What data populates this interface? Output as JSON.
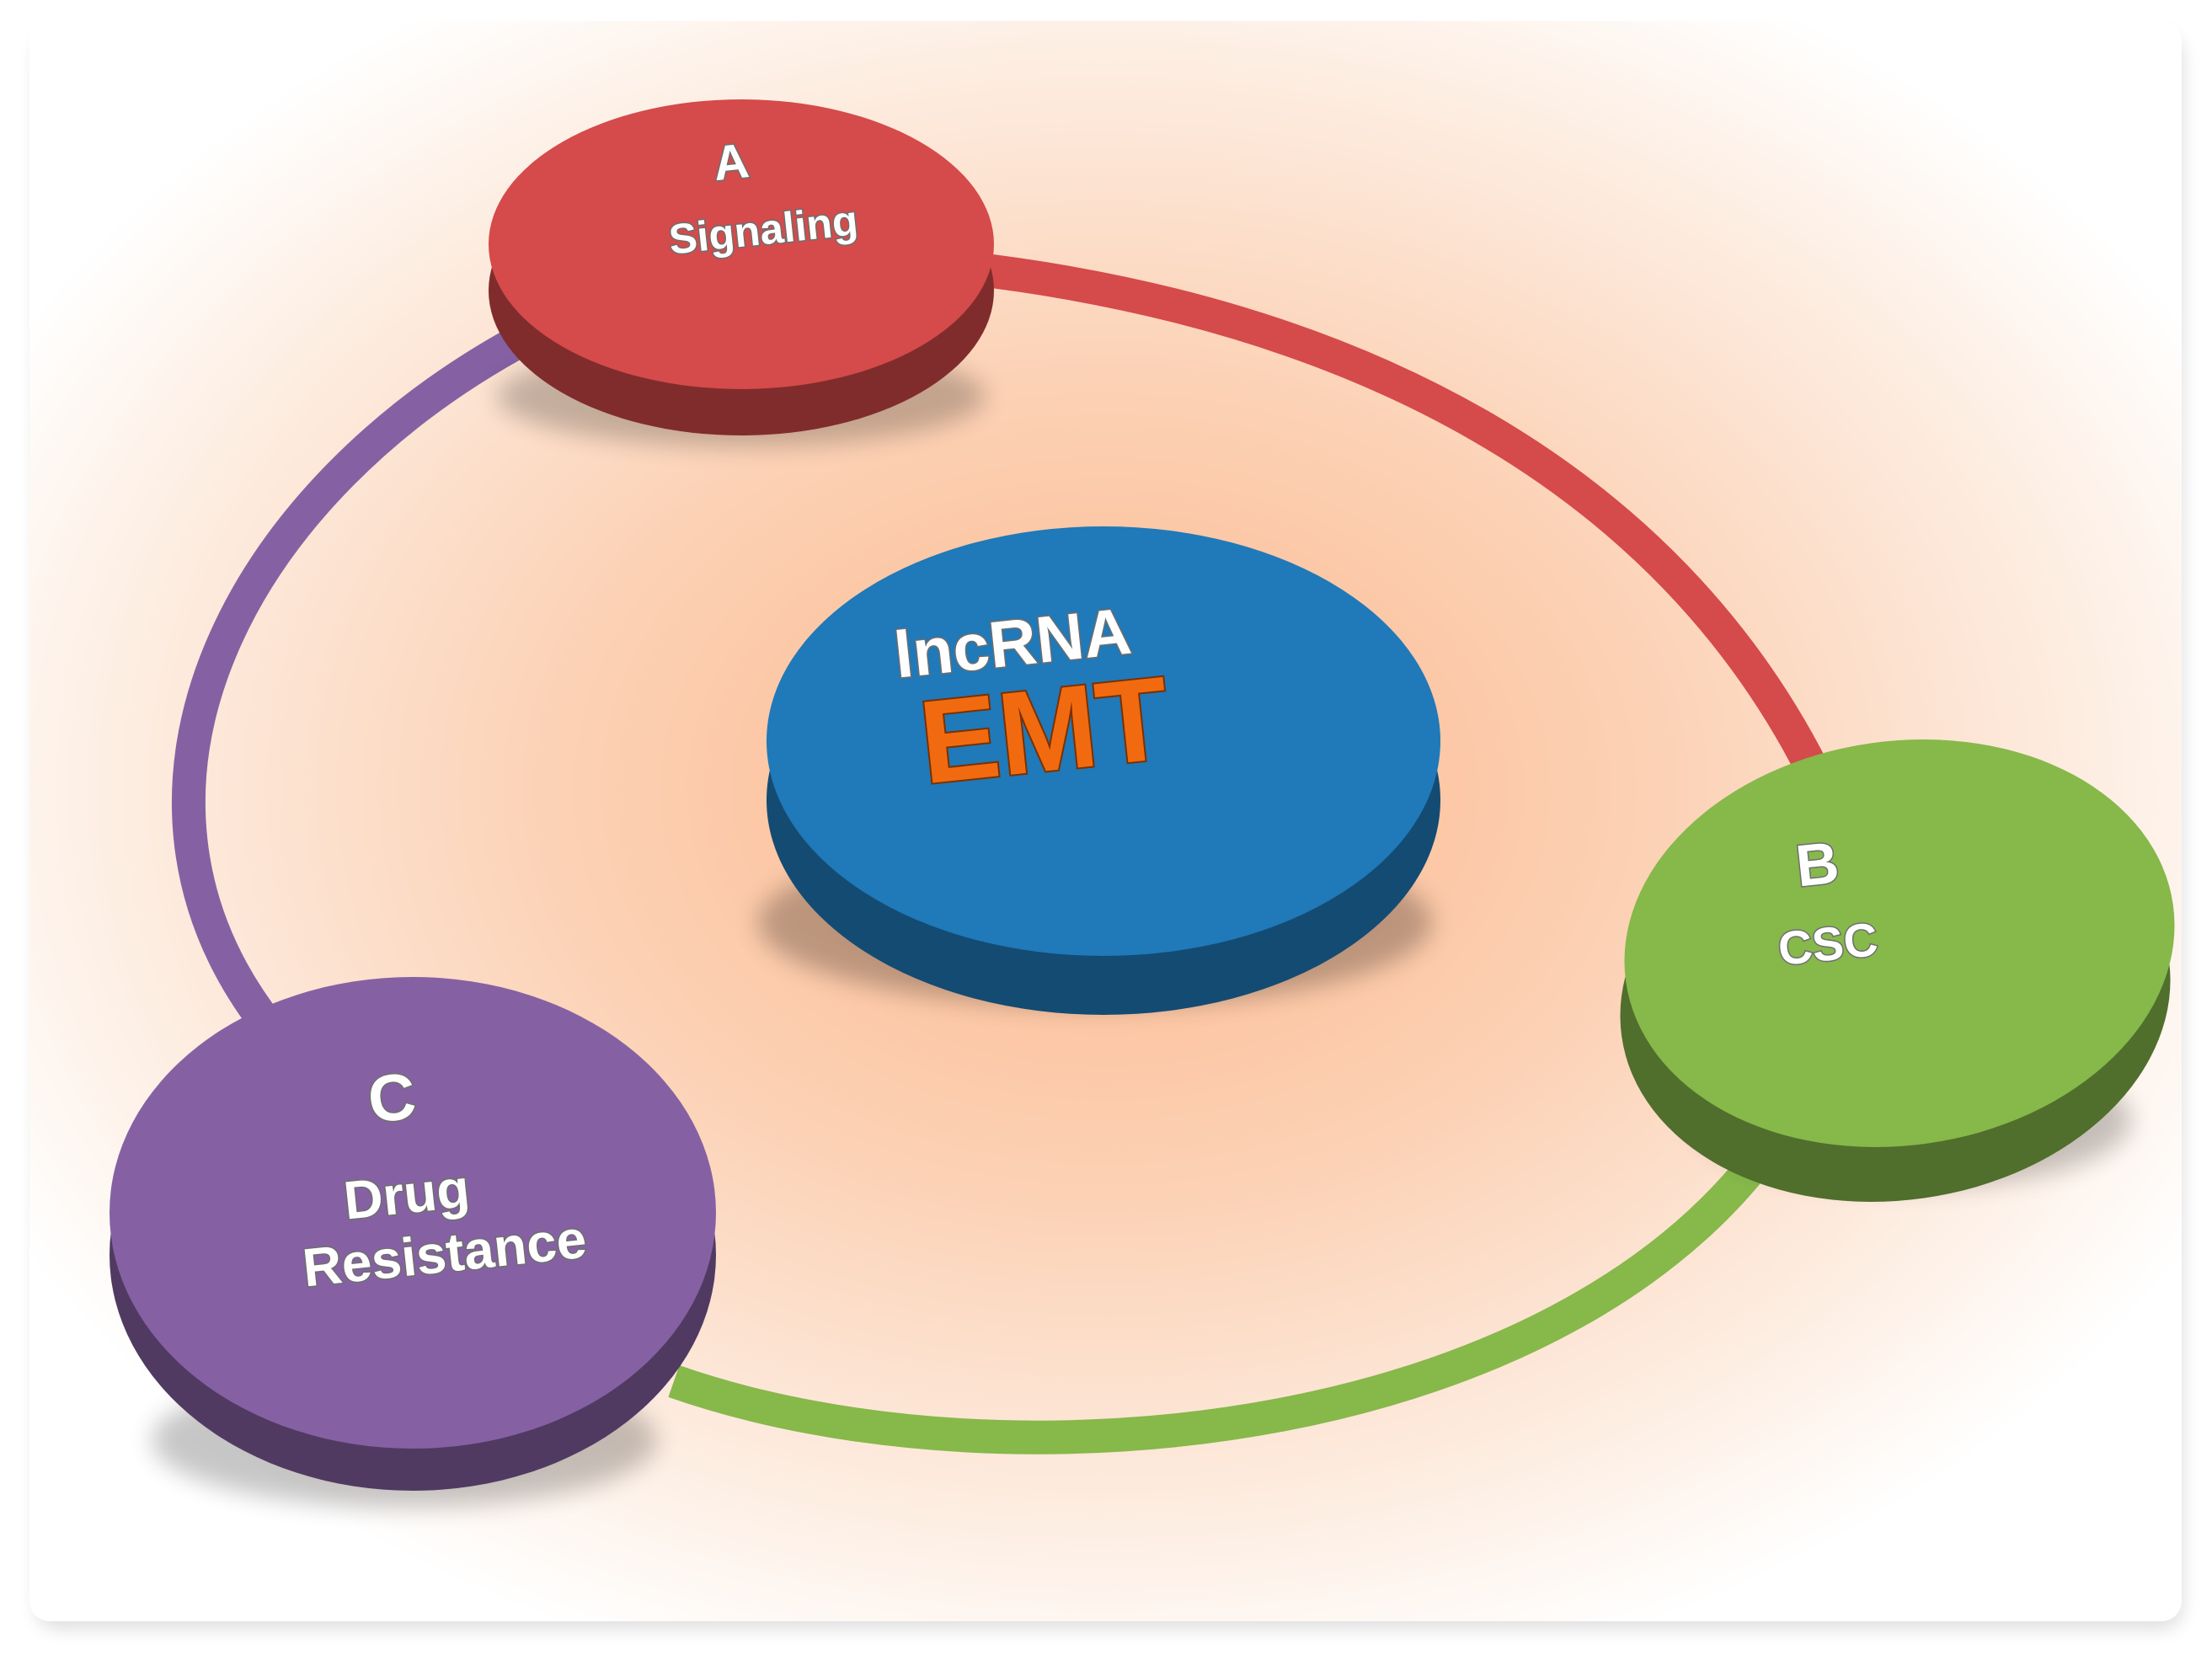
{
  "center": {
    "title": "lncRNA",
    "subtitle": "EMT",
    "color": "#2079b8",
    "accent_color": "#f26a10"
  },
  "nodes": [
    {
      "id": "A",
      "letter": "A",
      "label": "Signaling",
      "color": "#d54a4a"
    },
    {
      "id": "B",
      "letter": "B",
      "label": "CSC",
      "color": "#86b84a"
    },
    {
      "id": "C",
      "letter": "C",
      "label_line1": "Drug",
      "label_line2": "Resistance",
      "color": "#8561a3"
    }
  ],
  "ring_arcs": [
    {
      "from": "A",
      "to": "B",
      "color": "#d54a4a"
    },
    {
      "from": "B",
      "to": "C",
      "color": "#86b84a"
    },
    {
      "from": "C",
      "to": "A",
      "color": "#8561a3"
    }
  ]
}
